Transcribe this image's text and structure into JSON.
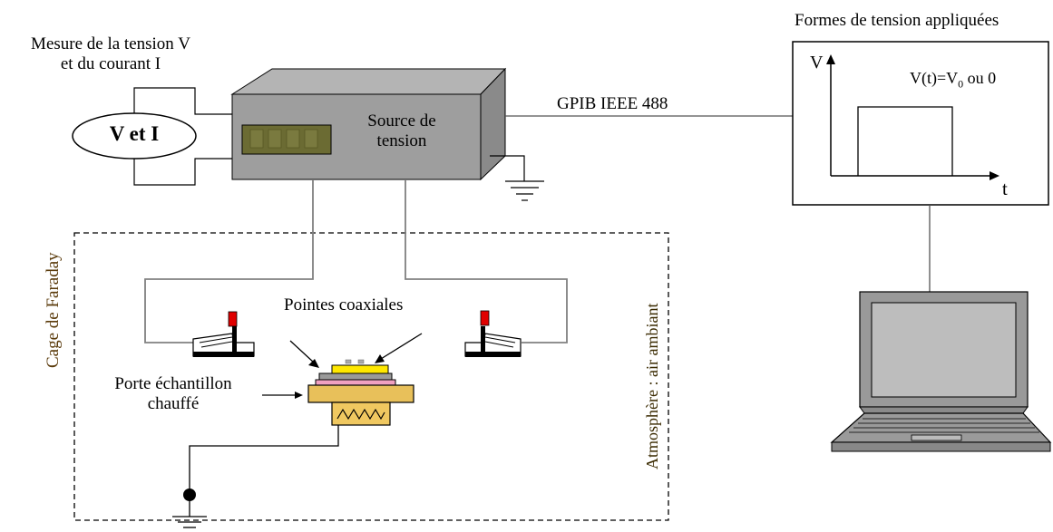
{
  "measure_label": {
    "line1": "Mesure de la tension V",
    "line2": "et du courant I"
  },
  "meter_label": "V et I",
  "source_label": {
    "line1": "Source de",
    "line2": "tension"
  },
  "bus_label": "GPIB IEEE 488",
  "waveform_title": "Formes de tension appliquées",
  "waveform": {
    "y_axis": "V",
    "x_axis": "t",
    "formula_prefix": "V(t)=V",
    "formula_sub": "0",
    "formula_suffix": " ou 0"
  },
  "cage_label": "Cage de Faraday",
  "atmosphere_label": "Atmosphère : air ambiant",
  "probes_label": "Pointes coaxiales",
  "holder_label": {
    "line1": "Porte échantillon",
    "line2": "chauffé"
  },
  "colors": {
    "device_body": "#9e9e9e",
    "device_top": "#b4b4b4",
    "display_screen": "#6b6b33",
    "probe_tip": "#e00000",
    "sample_yellow": "#ffe800",
    "sample_pink": "#f0a0c0",
    "holder": "#e8c05a",
    "heater": "#f0c860",
    "laptop_body": "#999999"
  }
}
